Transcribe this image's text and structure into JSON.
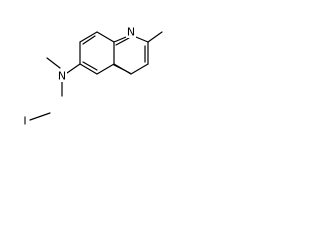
{
  "structure": {
    "ring_nitrogen_label": "N",
    "amine_nitrogen_label": "N",
    "iodomethane_label": "I"
  },
  "colors": {
    "bond": "#000000",
    "label": "#000000",
    "background": "#ffffff"
  }
}
